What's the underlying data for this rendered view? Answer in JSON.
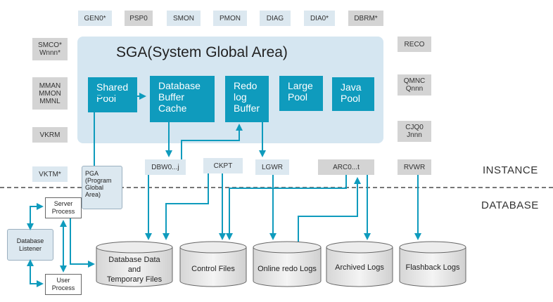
{
  "top_processes": [
    {
      "id": "gen0",
      "label": "GEN0*",
      "style": "blue"
    },
    {
      "id": "psp0",
      "label": "PSP0",
      "style": "gray"
    },
    {
      "id": "smon",
      "label": "SMON",
      "style": "blue"
    },
    {
      "id": "pmon",
      "label": "PMON",
      "style": "blue"
    },
    {
      "id": "diag",
      "label": "DIAG",
      "style": "blue"
    },
    {
      "id": "dia0",
      "label": "DIA0*",
      "style": "blue"
    },
    {
      "id": "dbrm",
      "label": "DBRM*",
      "style": "gray"
    }
  ],
  "left_processes": [
    {
      "id": "smco",
      "label": "SMCO*\nWnnn*",
      "style": "gray"
    },
    {
      "id": "mman",
      "label": "MMAN\nMMON\nMMNL",
      "style": "gray"
    },
    {
      "id": "vkrm",
      "label": "VKRM",
      "style": "gray"
    },
    {
      "id": "vktm",
      "label": "VKTM*",
      "style": "blue"
    }
  ],
  "right_processes": [
    {
      "id": "reco",
      "label": "RECO",
      "style": "gray"
    },
    {
      "id": "qmnc",
      "label": "QMNC\nQnnn",
      "style": "gray"
    },
    {
      "id": "cjq0",
      "label": "CJQ0\nJnnn",
      "style": "gray"
    },
    {
      "id": "rvwr",
      "label": "RVWR",
      "style": "gray"
    }
  ],
  "instance_processes": [
    {
      "id": "dbw0",
      "label": "DBW0...j",
      "style": "blue"
    },
    {
      "id": "ckpt",
      "label": "CKPT",
      "style": "blue"
    },
    {
      "id": "lgwr",
      "label": "LGWR",
      "style": "blue"
    },
    {
      "id": "arc0",
      "label": "ARC0...t",
      "style": "gray"
    }
  ],
  "sga": {
    "title": "SGA(System Global Area)",
    "components": [
      {
        "id": "shared-pool",
        "label": "Shared\nPool"
      },
      {
        "id": "db-buffer-cache",
        "label": "Database\nBuffer\nCache"
      },
      {
        "id": "redo-log-buffer",
        "label": "Redo\nlog\nBuffer"
      },
      {
        "id": "large-pool",
        "label": "Large\nPool"
      },
      {
        "id": "java-pool",
        "label": "Java\nPool"
      }
    ]
  },
  "pga": "PGA\n(Program\nGlobal\nArea)",
  "server_process": "Server\nProcess",
  "user_process": "User\nProcess",
  "database_listener": "Database\nListener",
  "section_labels": {
    "instance": "INSTANCE",
    "database": "DATABASE"
  },
  "files": [
    {
      "id": "datafiles",
      "label": "Database Data\nand\nTemporary Files"
    },
    {
      "id": "control-files",
      "label": "Control Files"
    },
    {
      "id": "online-redo-logs",
      "label": "Online redo Logs"
    },
    {
      "id": "archived-logs",
      "label": "Archived Logs"
    },
    {
      "id": "flashback-logs",
      "label": "Flashback Logs"
    }
  ],
  "colors": {
    "teal": "#0f9bbd",
    "sga_bg": "#d5e6f1",
    "proc_blue": "#dce8f0",
    "proc_gray": "#d4d4d4",
    "cylinder": "#e8e8e8"
  }
}
